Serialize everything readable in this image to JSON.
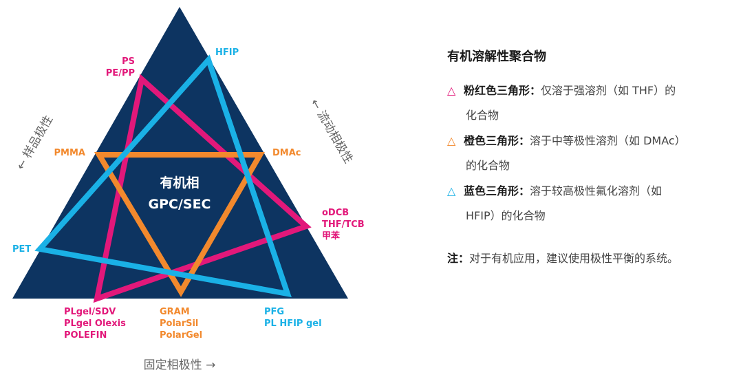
{
  "diagram": {
    "center_line1": "有机相",
    "center_line2": "GPC/SEC",
    "axis_sample": "← 样品极性",
    "axis_mobile": "← 流动相极性",
    "axis_stationary": "固定相极性 →",
    "labels": {
      "hfip": "HFIP",
      "ps": "PS",
      "pepp": "PE/PP",
      "pmma": "PMMA",
      "dmac": "DMAc",
      "odcb": "oDCB",
      "thftcb": "THF/TCB",
      "toluene": "甲苯",
      "pet": "PET",
      "plgel_sdv": "PLgel/SDV",
      "plgel_olexis": "PLgel Olexis",
      "polefin": "POLEFIN",
      "gram": "GRAM",
      "polarsil": "PolarSil",
      "polargel": "PolarGel",
      "pfg": "PFG",
      "pl_hfip_gel": "PL HFIP gel"
    },
    "colors": {
      "navy": "#0d3461",
      "pink": "#e2187a",
      "orange": "#f2892d",
      "blue": "#1ab1e6"
    }
  },
  "panel": {
    "title": "有机溶解性聚合物",
    "pink_symbol": "△",
    "pink_title": "粉红色三角形：",
    "pink_text_1": "仅溶于强溶剂（如 THF）的",
    "pink_text_2": "化合物",
    "orange_symbol": "△",
    "orange_title": "橙色三角形：",
    "orange_text_1": "溶于中等极性溶剂（如 DMAc）",
    "orange_text_2": "的化合物",
    "blue_symbol": "△",
    "blue_title": "蓝色三角形：",
    "blue_text_1": "溶于较高极性氟化溶剂（如",
    "blue_text_2": "HFIP）的化合物",
    "note_label": "注：",
    "note_text": "对于有机应用，建议使用极性平衡的系统。"
  }
}
